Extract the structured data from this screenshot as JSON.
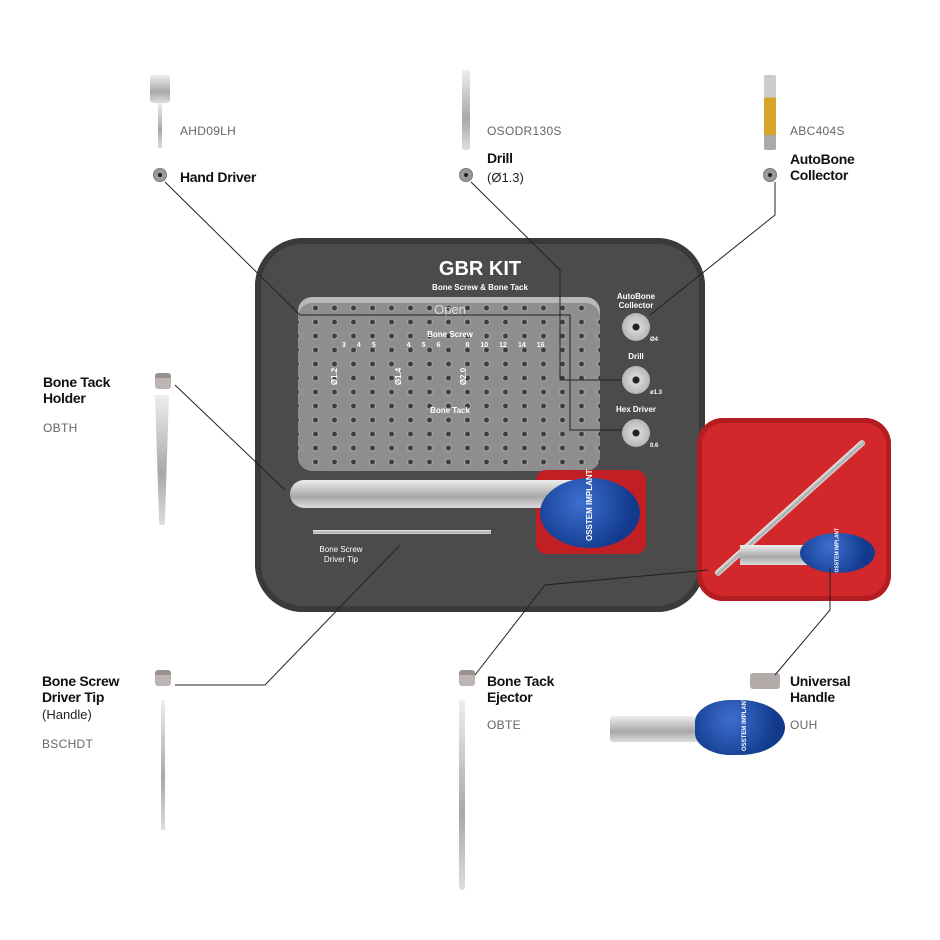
{
  "kit": {
    "title": "GBR KIT",
    "subtitle": "Bone Screw & Bone Tack",
    "open_label": "Open",
    "bone_screw": "Bone Screw",
    "bone_tack": "Bone Tack",
    "sizes": [
      "3",
      "4",
      "5",
      "4",
      "5",
      "6",
      "8",
      "10",
      "12",
      "14",
      "16"
    ],
    "diameters": [
      "Ø1.2",
      "Ø1.4",
      "Ø2.0"
    ],
    "slots": [
      {
        "label": "AutoBone Collector",
        "size": "Ø4"
      },
      {
        "label": "Drill",
        "size": "ø1.3"
      },
      {
        "label": "Hex Driver",
        "size": "0.6"
      }
    ],
    "driver_tip_label": "Bone Screw Driver Tip",
    "brand": "OSSTEM IMPLANT"
  },
  "components": [
    {
      "name": "Hand Driver",
      "code": "AHD09LH"
    },
    {
      "name": "Drill",
      "detail": "(Ø1.3)",
      "code": "OSODR130S"
    },
    {
      "name": "AutoBone\nCollector",
      "code": "ABC404S"
    },
    {
      "name": "Bone Tack\nHolder",
      "code": "OBTH"
    },
    {
      "name": "Bone Screw\nDriver Tip",
      "detail": "(Handle)",
      "code": "BSCHDT"
    },
    {
      "name": "Bone Tack\nEjector",
      "code": "OBTE"
    },
    {
      "name": "Universal\nHandle",
      "code": "OUH"
    }
  ],
  "colors": {
    "kit": "#4b4b4b",
    "red_case": "#d3282b",
    "handle_blue": "#1a4aa8"
  }
}
